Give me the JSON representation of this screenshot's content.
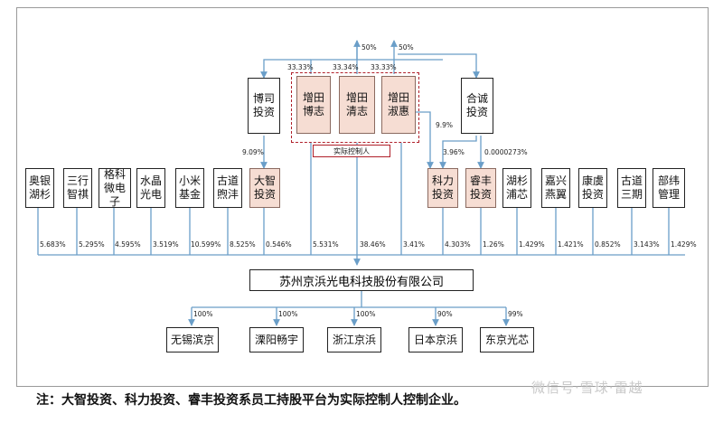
{
  "shareholders_top": [
    {
      "id": "boss",
      "label": "博司\n投资"
    },
    {
      "id": "zt_bz",
      "label": "增田\n博志"
    },
    {
      "id": "zt_qz",
      "label": "增田\n清志"
    },
    {
      "id": "zt_sh",
      "label": "增田\n淑惠"
    },
    {
      "id": "hecheng",
      "label": "合诚\n投资"
    }
  ],
  "shareholders_row": [
    {
      "id": "ay",
      "label": "奥银\n湖杉",
      "pct": "5.683%"
    },
    {
      "id": "sx",
      "label": "三行\n智祺",
      "pct": "5.295%"
    },
    {
      "id": "gk",
      "label": "格科\n微电子",
      "pct": "4.595%"
    },
    {
      "id": "sj",
      "label": "水晶\n光电",
      "pct": "3.519%"
    },
    {
      "id": "xm",
      "label": "小米\n基金",
      "pct": "10.599%"
    },
    {
      "id": "gd",
      "label": "古道\n煦沣",
      "pct": "8.525%"
    },
    {
      "id": "dz",
      "label": "大智\n投资",
      "pct": "0.546%"
    },
    {
      "id": "kl",
      "label": "科力\n投资",
      "pct": "4.303%"
    },
    {
      "id": "rf",
      "label": "睿丰\n投资",
      "pct": "1.26%"
    },
    {
      "id": "hs",
      "label": "湖杉\n浦芯",
      "pct": "1.429%"
    },
    {
      "id": "jx",
      "label": "嘉兴\n燕翼",
      "pct": "1.421%"
    },
    {
      "id": "kl2",
      "label": "康虞\n投资",
      "pct": "0.852%"
    },
    {
      "id": "gd3",
      "label": "古道\n三期",
      "pct": "3.143%"
    },
    {
      "id": "bf",
      "label": "部纬\n管理",
      "pct": "1.429%"
    }
  ],
  "direct_pcts": {
    "zt_bz": "5.531%",
    "zt_qz": "38.46%",
    "zt_sh": "3.41%"
  },
  "edge_pcts": {
    "top_50_left": "50%",
    "top_50_right": "50%",
    "to_boss_1": "33.33%",
    "to_boss_2": "33.34%",
    "to_boss_3": "33.33%",
    "boss_to_dz": "9.09%",
    "zt_sh_to_kl": "9.9%",
    "hecheng_to_kl": "3.96%",
    "hecheng_to_rf": "0.0000273%"
  },
  "control_label": "实际控制人",
  "main_company": "苏州京浜光电科技股份有限公司",
  "subsidiaries": [
    {
      "label": "无锡滨京",
      "pct": "100%"
    },
    {
      "label": "溧阳畅宇",
      "pct": "100%"
    },
    {
      "label": "浙江京浜",
      "pct": "100%"
    },
    {
      "label": "日本京浜",
      "pct": "90%"
    },
    {
      "label": "东京光芯",
      "pct": "99%"
    }
  ],
  "note": "注：大智投资、科力投资、睿丰投资系员工持股平台为实际控制人控制企业。",
  "watermark": "微信号·雪球·雷越",
  "colors": {
    "highlight": "#f6ddd3",
    "dashed_border": "#b0202a",
    "line": "#6a9ec8"
  }
}
